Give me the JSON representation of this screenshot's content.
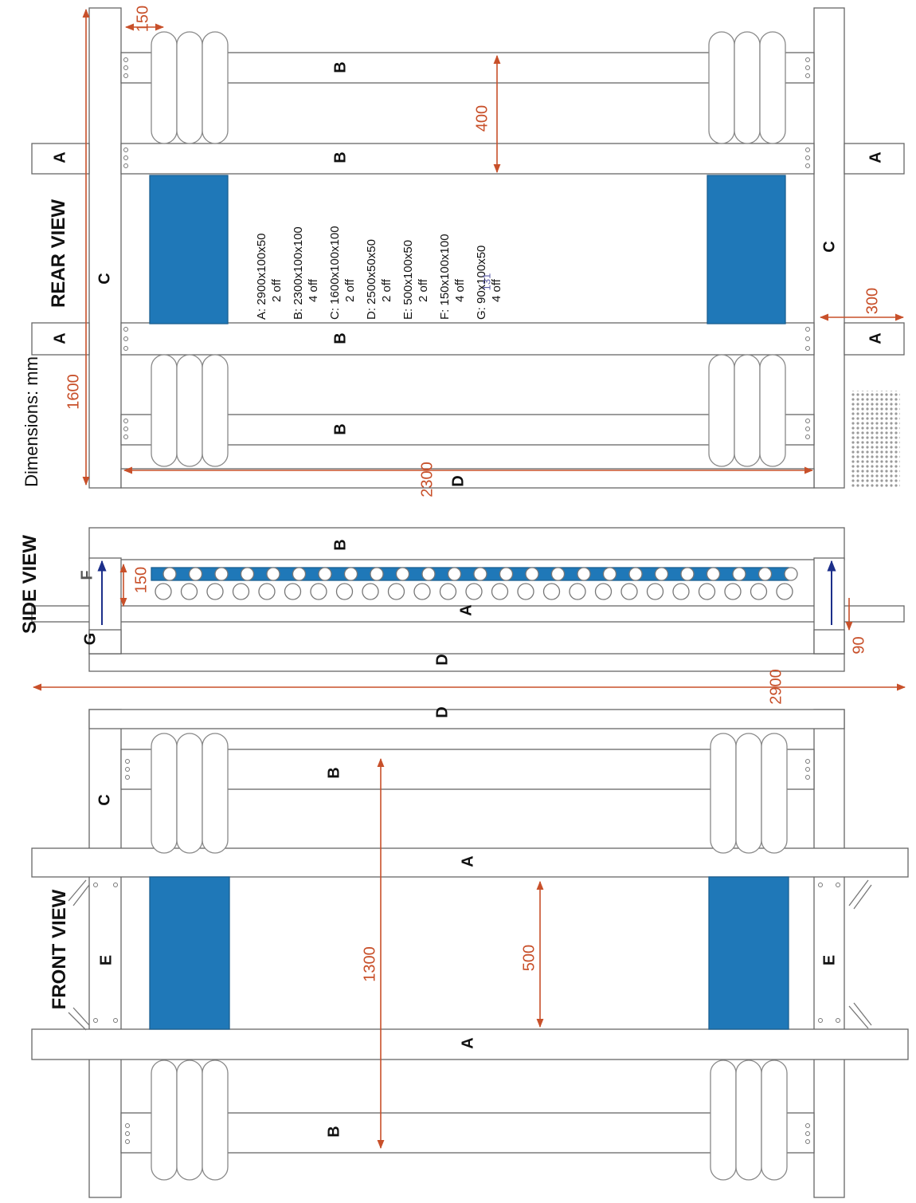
{
  "title": "Dimensions: mm",
  "views": {
    "rear": "REAR VIEW",
    "side": "SIDE VIEW",
    "front": "FRONT VIEW"
  },
  "labels": {
    "A": "A",
    "B": "B",
    "C": "C",
    "D": "D",
    "E": "E",
    "F": "F",
    "G": "G"
  },
  "dimensions": {
    "d150_top": "150",
    "d400": "400",
    "d1600": "1600",
    "d2300": "2300",
    "d300": "300",
    "d150_side": "150",
    "d90": "90",
    "d2900": "2900",
    "d1300": "1300",
    "d500": "500"
  },
  "parts_list": [
    {
      "name": "A: 2900x100x50",
      "qty": "2 off"
    },
    {
      "name": "B: 2300x100x100",
      "qty": "4 off"
    },
    {
      "name": "C: 1600x100x100",
      "qty": "2 off"
    },
    {
      "name": "D: 2500x50x50",
      "qty": "2 off"
    },
    {
      "name": "E: 500x100x50",
      "qty": "2 off"
    },
    {
      "name": "F: 150x100x100",
      "qty": "4 off"
    },
    {
      "name": "G: 90x100x50",
      "qty": "4 off"
    }
  ],
  "handwritten_note": "131",
  "colors": {
    "dimension": "#c8502a",
    "fill_blue": "#1f78b8",
    "arrow_blue": "#1c2f8a",
    "outline": "#555555"
  }
}
